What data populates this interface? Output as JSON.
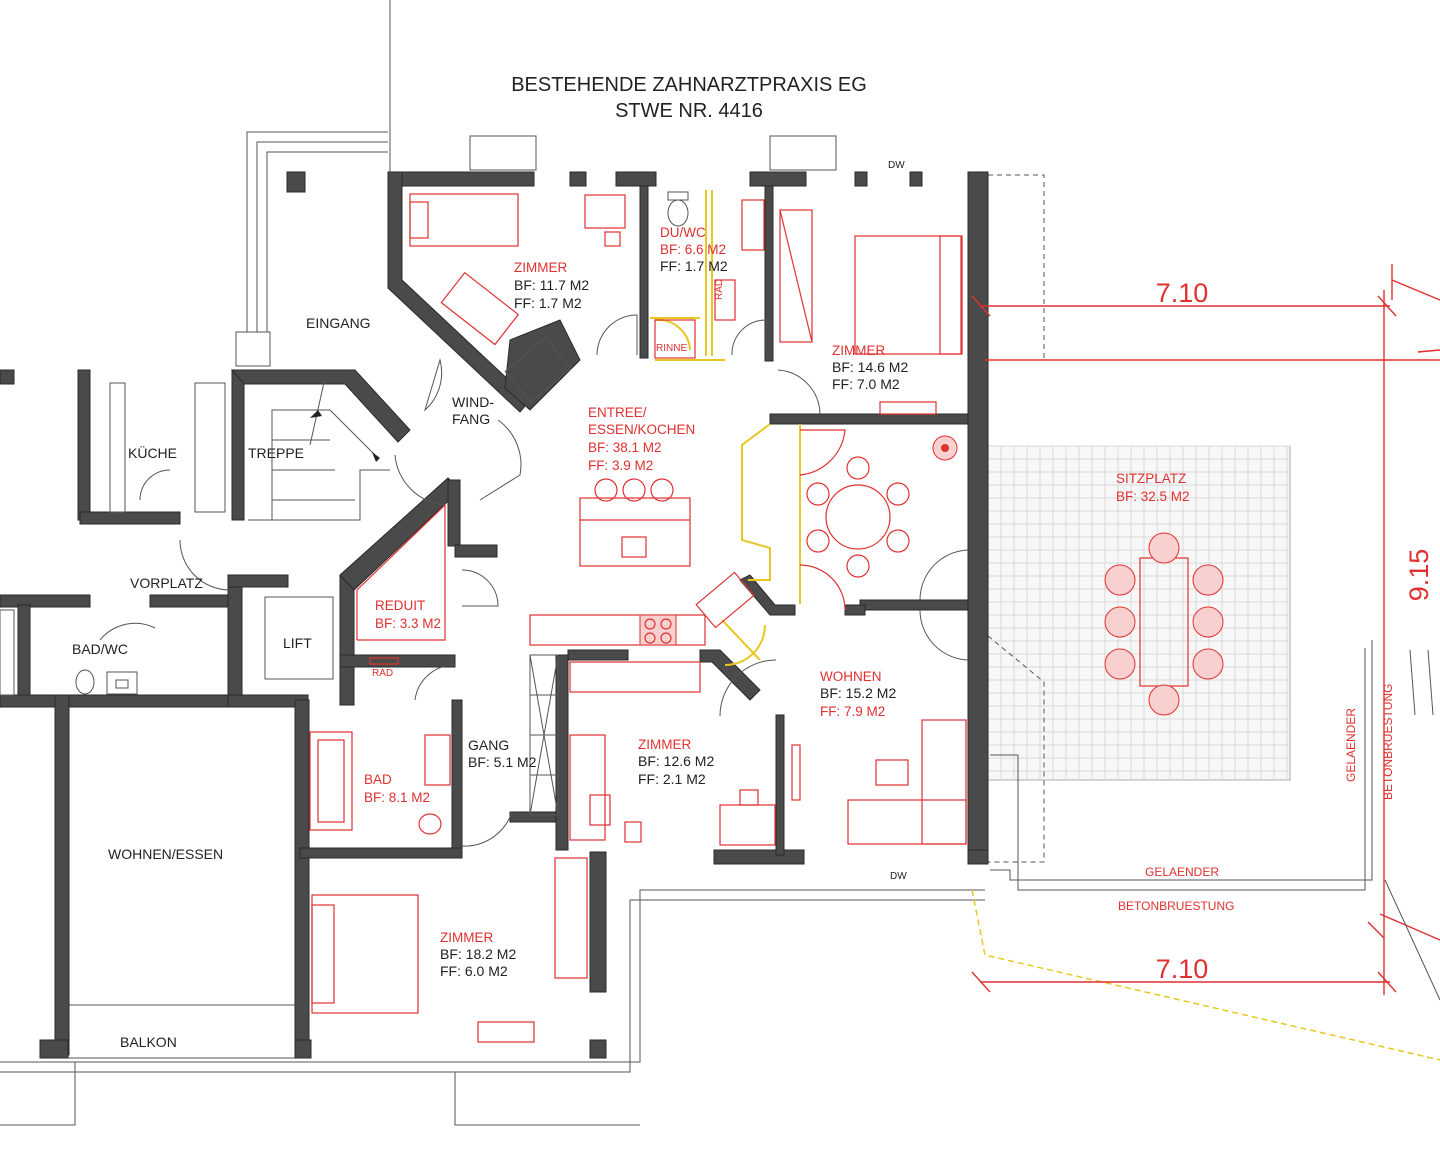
{
  "title": {
    "line1": "BESTEHENDE ZAHNARZTPRAXIS EG",
    "line2": "STWE NR. 4416"
  },
  "existing_rooms": {
    "eingang": "EINGANG",
    "windfang_1": "WIND-",
    "windfang_2": "FANG",
    "kueche": "KÜCHE",
    "treppe": "TREPPE",
    "vorplatz": "VORPLATZ",
    "lift": "LIFT",
    "bad_wc": "BAD/WC",
    "wohnen_essen": "WOHNEN/ESSEN",
    "balkon": "BALKON",
    "gang_1": "GANG",
    "gang_2": "BF: 5.1 M2"
  },
  "planned_rooms": {
    "zimmer_nw": {
      "name": "ZIMMER",
      "bf": "BF: 11.7 M2",
      "ff": "FF: 1.7 M2"
    },
    "du_wc": {
      "name": "DU/WC",
      "bf": "BF: 6.6 M2",
      "ff": "FF: 1.7 M2"
    },
    "zimmer_ne": {
      "name": "ZIMMER",
      "bf": "BF: 14.6 M2",
      "ff": "FF: 7.0 M2"
    },
    "entree_1": "ENTREE/",
    "entree_2": "ESSEN/KOCHEN",
    "entree_bf": "BF: 38.1 M2",
    "entree_ff": "FF: 3.9 M2",
    "reduit": {
      "name": "REDUIT",
      "bf": "BF: 3.3 M2"
    },
    "bad": {
      "name": "BAD",
      "bf": "BF: 8.1 M2"
    },
    "zimmer_mid": {
      "name": "ZIMMER",
      "bf": "BF: 12.6 M2",
      "ff": "FF: 2.1 M2"
    },
    "wohnen": {
      "name": "WOHNEN",
      "bf": "BF: 15.2 M2",
      "ff": "FF: 7.9 M2"
    },
    "zimmer_sw": {
      "name": "ZIMMER",
      "bf": "BF: 18.2 M2",
      "ff": "FF: 6.0 M2"
    },
    "sitzplatz": {
      "name": "SITZPLATZ",
      "bf": "BF: 32.5 M2"
    }
  },
  "small_labels": {
    "rad_1": "RAD",
    "rad_2": "RAD",
    "rinne": "RINNE",
    "dw_top": "DW",
    "dw_bottom": "DW",
    "gelaender_h": "GELAENDER",
    "betonbruestung_h": "BETONBRUESTUNG",
    "gelaender_v": "GELAENDER",
    "betonbruestung_v": "BETONBRUESTUNG"
  },
  "dimensions": {
    "top_width": "7.10",
    "bottom_width": "7.10",
    "height": "9.15"
  },
  "colors": {
    "planned": "#e03030",
    "walls": "#4a4a4a",
    "new_walls": "#e8c820"
  }
}
